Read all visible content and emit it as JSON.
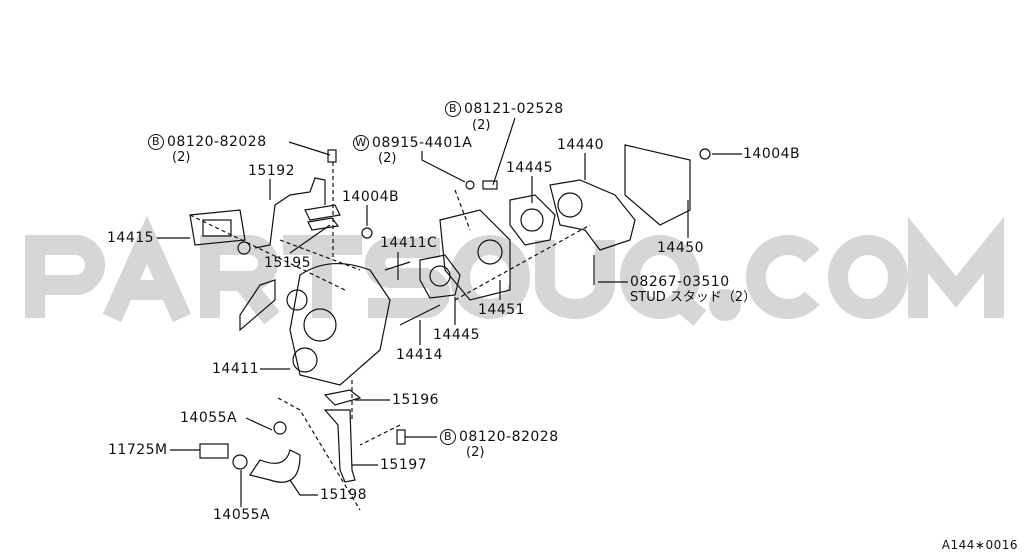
{
  "watermark": "PARTSOUQ.COM",
  "diagram_code": "A144∗0016",
  "callouts": [
    {
      "id": "c1",
      "prefix": "B",
      "text": "08121-02528",
      "qty": "(2)"
    },
    {
      "id": "c2",
      "prefix": "B",
      "text": "08120-82028",
      "qty": "(2)"
    },
    {
      "id": "c3",
      "prefix": "W",
      "text": "08915-4401A",
      "qty": "(2)"
    },
    {
      "id": "c4",
      "text": "14440"
    },
    {
      "id": "c5",
      "text": "14445"
    },
    {
      "id": "c6",
      "text": "14004B"
    },
    {
      "id": "c7",
      "text": "15192"
    },
    {
      "id": "c8",
      "text": "14004B"
    },
    {
      "id": "c9",
      "text": "14415"
    },
    {
      "id": "c10",
      "text": "14411C"
    },
    {
      "id": "c11",
      "text": "14450"
    },
    {
      "id": "c12",
      "text": "15195"
    },
    {
      "id": "c13",
      "text": "08267-03510",
      "qty": "STUD スタッド（2）"
    },
    {
      "id": "c14",
      "text": "14451"
    },
    {
      "id": "c15",
      "text": "14445"
    },
    {
      "id": "c16",
      "text": "14414"
    },
    {
      "id": "c17",
      "text": "14411"
    },
    {
      "id": "c18",
      "text": "15196"
    },
    {
      "id": "c19",
      "text": "14055A"
    },
    {
      "id": "c20",
      "prefix": "B",
      "text": "08120-82028",
      "qty": "(2)"
    },
    {
      "id": "c21",
      "text": "11725M"
    },
    {
      "id": "c22",
      "text": "15197"
    },
    {
      "id": "c23",
      "text": "15198"
    },
    {
      "id": "c24",
      "text": "14055A"
    }
  ]
}
